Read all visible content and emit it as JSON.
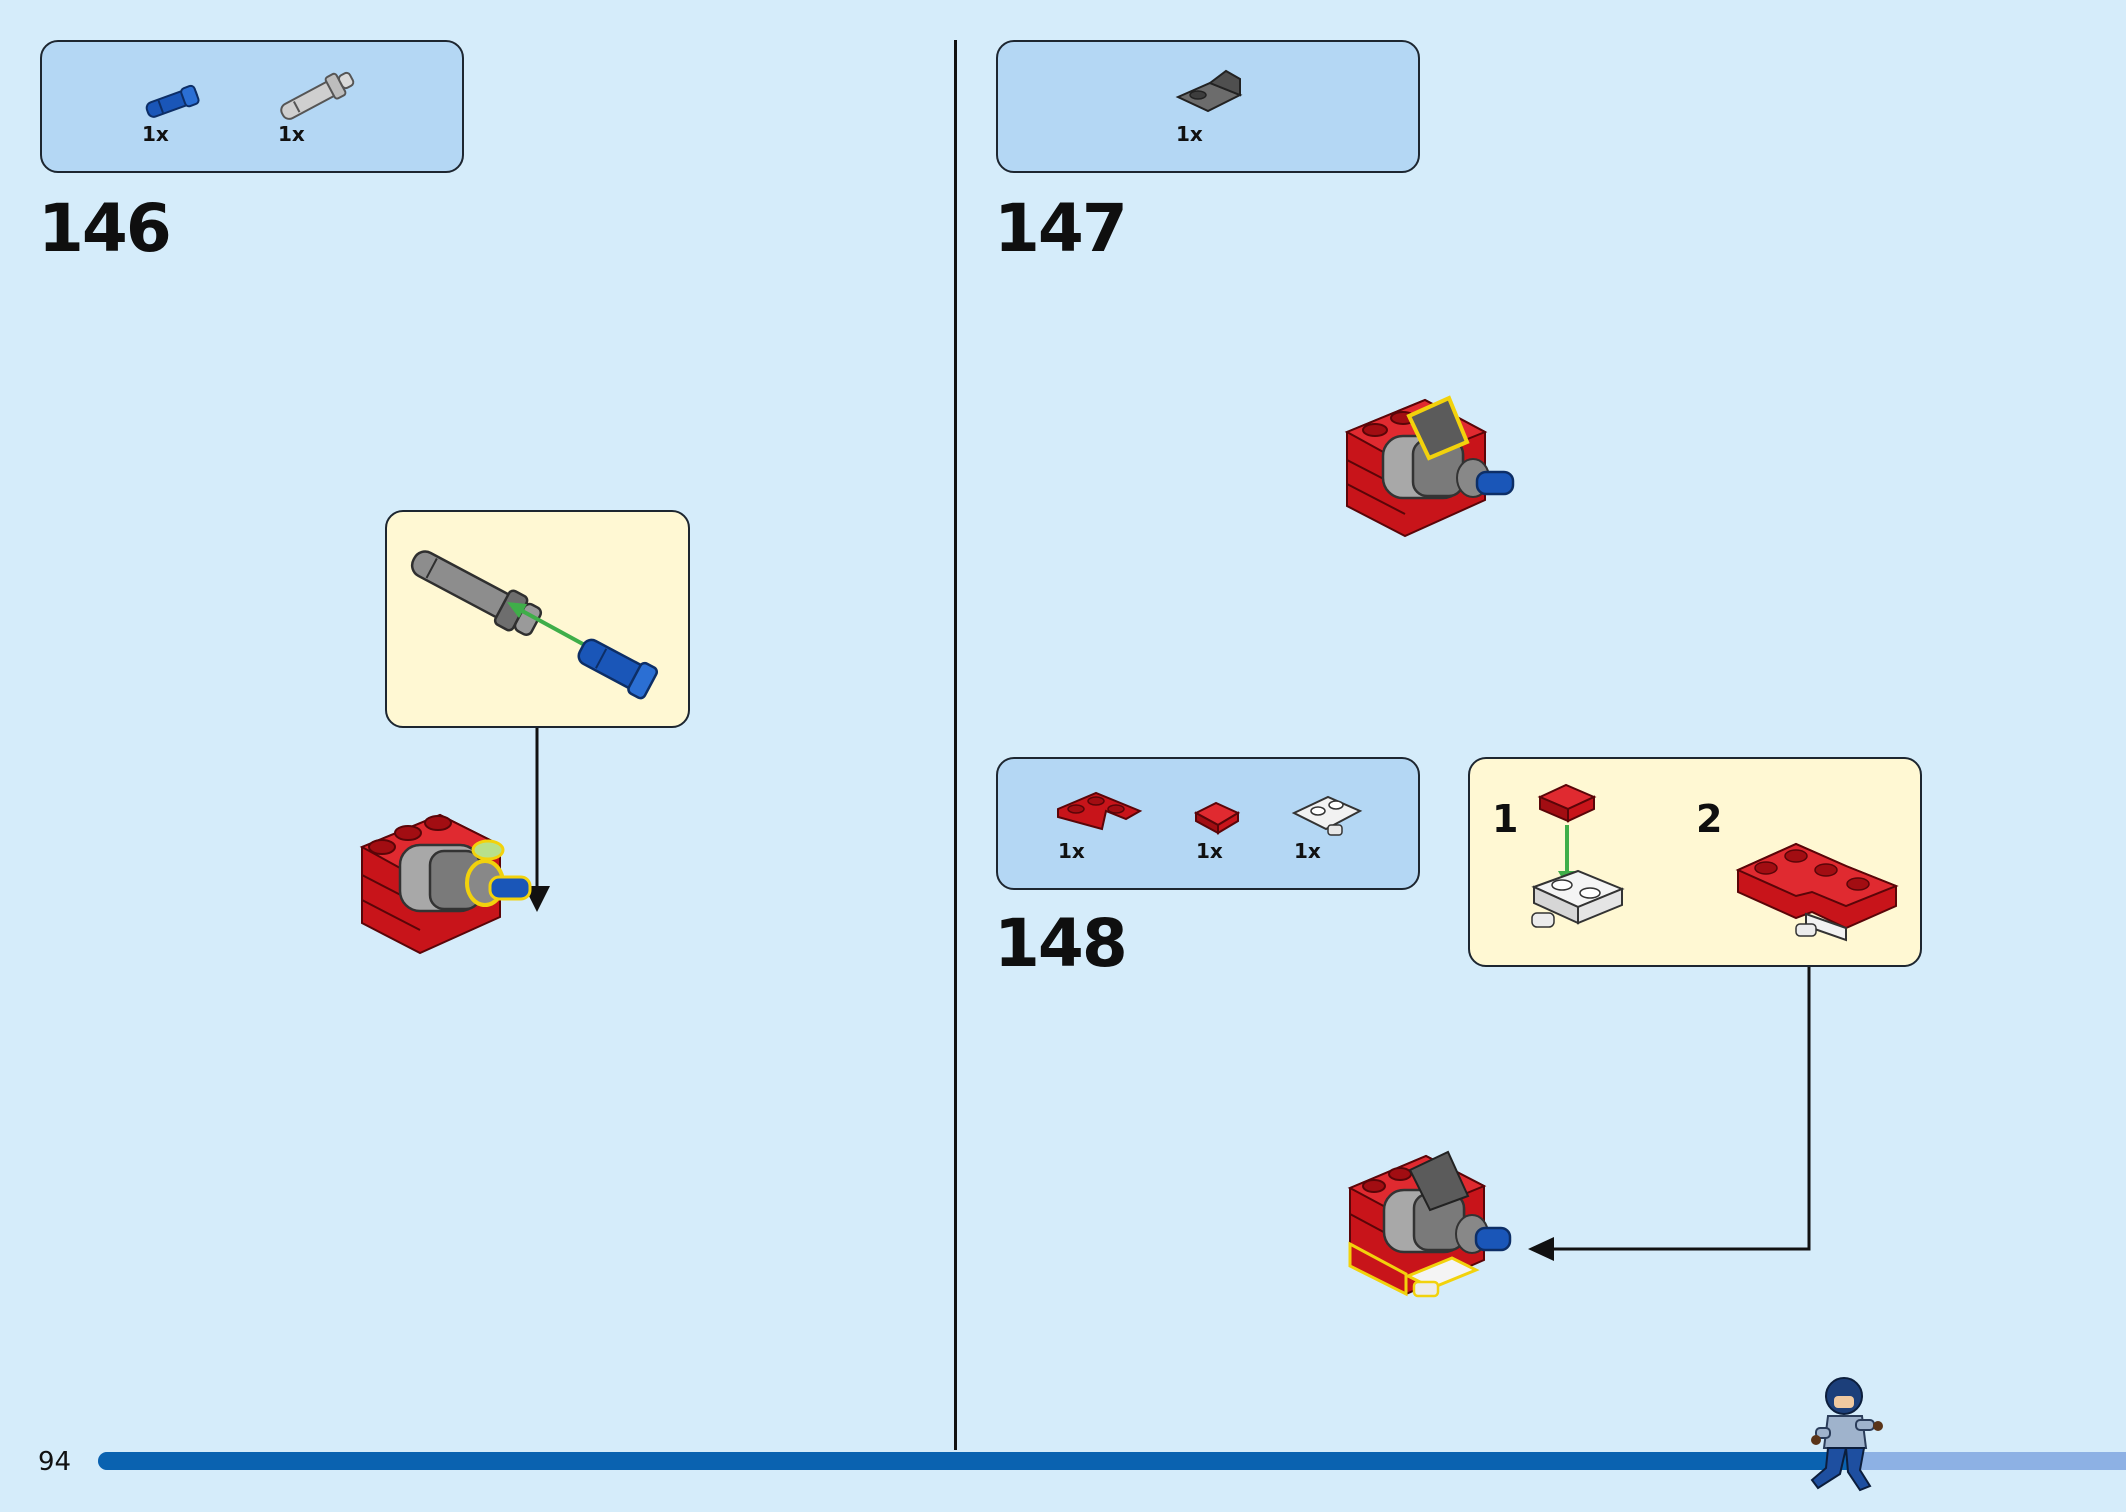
{
  "page": {
    "number": "94",
    "progress": 0.87
  },
  "colors": {
    "background": "#d5ecfa",
    "parts_panel": "#b4d7f4",
    "callout_panel": "#fff8d3",
    "brick_red": "#c8141a",
    "axle_blue": "#1a56b8",
    "dark_gray": "#5c5c5c",
    "light_gray": "#b9b9b9",
    "arrow_green": "#3fae49",
    "highlight_yellow": "#f2d20c",
    "progress_bar": "#0a62b0"
  },
  "steps": [
    {
      "number": "146",
      "parts": [
        {
          "name": "blue-axle-pin",
          "qty": "1x"
        },
        {
          "name": "gray-pin-connector",
          "qty": "1x"
        }
      ]
    },
    {
      "number": "147",
      "parts": [
        {
          "name": "dark-gray-bracket",
          "qty": "1x"
        }
      ]
    },
    {
      "number": "148",
      "parts": [
        {
          "name": "red-corner-plate",
          "qty": "1x"
        },
        {
          "name": "red-plate-1x1",
          "qty": "1x"
        },
        {
          "name": "white-plate-with-clip",
          "qty": "1x"
        }
      ],
      "substeps": [
        "1",
        "2"
      ]
    }
  ]
}
